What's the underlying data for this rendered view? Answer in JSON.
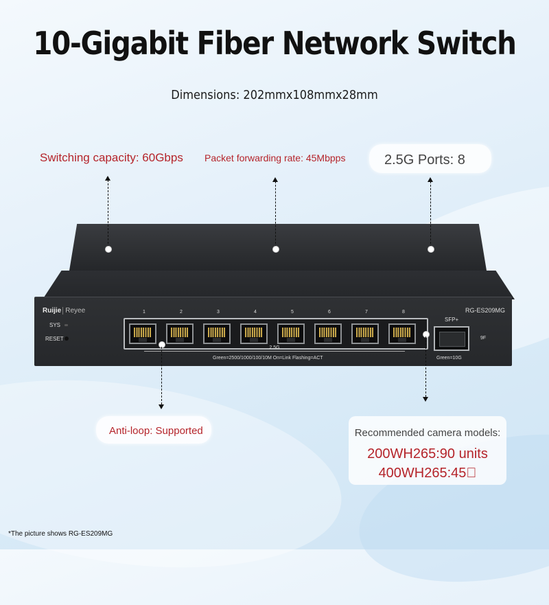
{
  "title": "10-Gigabit Fiber Network Switch",
  "subtitle": "Dimensions: 202mmx108mmx28mm",
  "callouts": {
    "switching_capacity": "Switching capacity: 60Gbps",
    "packet_forwarding": "Packet forwarding rate: 45Mbpps",
    "ports_25g": "2.5G Ports: 8",
    "anti_loop": "Anti-loop: Supported",
    "camera_label": "Recommended camera models:",
    "camera_line1": "200WH265:90 units",
    "camera_line2": "400WH265:45\u0000"
  },
  "footnote": "*The picture shows RG-ES209MG",
  "device": {
    "brand": "Ruijie",
    "sub_brand": "Reyee",
    "model": "RG-ES209MG",
    "sys_label": "SYS",
    "reset_label": "RESET",
    "port_numbers": [
      "1",
      "2",
      "3",
      "4",
      "5",
      "6",
      "7",
      "8"
    ],
    "bank_speed": "2.5G",
    "legend": "Green=2500/1000/100/10M  On=Link Flashing=ACT",
    "sfp_label": "SFP+",
    "sfp_legend": "Green=10G",
    "sfp_port_label": "9F"
  },
  "colors": {
    "accent_red": "#b5242a",
    "device_body": "#2c2e31",
    "background": "#dcecf8"
  }
}
